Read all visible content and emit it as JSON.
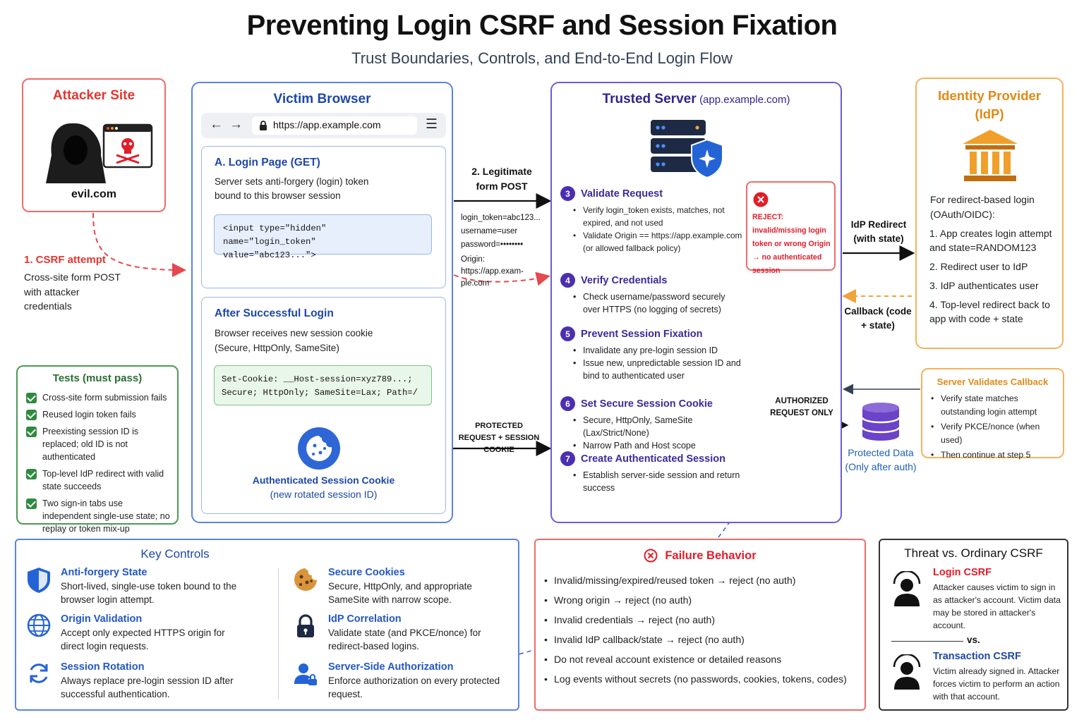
{
  "header": {
    "title": "Preventing Login CSRF and Session Fixation",
    "subtitle": "Trust Boundaries, Controls, and End-to-End Login Flow"
  },
  "attacker": {
    "title": "Attacker Site",
    "domain": "evil.com"
  },
  "csrf_attempt": {
    "label": "1. CSRF attempt",
    "desc": "Cross-site form POST with attacker credentials"
  },
  "browser": {
    "title": "Victim Browser",
    "url": "https://app.example.com",
    "login_page": {
      "title": "A. Login Page (GET)",
      "desc": "Server sets anti-forgery (login) token bound to this browser session",
      "code_line1": "<input type=\"hidden\" name=\"login_token\"",
      "code_line2": "value=\"abc123...\">"
    },
    "after_login": {
      "title": "After Successful Login",
      "desc": "Browser receives new session cookie (Secure, HttpOnly, SameSite)",
      "code_line1": "Set-Cookie: __Host-session=xyz789...;",
      "code_line2": "Secure; HttpOnly; SameSite=Lax; Path=/"
    },
    "cookie": {
      "label": "Authenticated Session Cookie",
      "sub": "(new rotated session ID)"
    }
  },
  "post": {
    "label": "2. Legitimate form POST",
    "fields": [
      "login_token=abc123...",
      "username=user",
      "password=••••••••"
    ],
    "origin": "Origin: https://app.exam-ple.com"
  },
  "protected_req": {
    "label": "PROTECTED REQUEST + SESSION COOKIE"
  },
  "server": {
    "title": "Trusted Server",
    "host": "(app.example.com)",
    "steps": [
      {
        "num": "3",
        "title": "Validate Request",
        "items": [
          "Verify login_token exists, matches, not expired, and not used",
          "Validate Origin == https://app.example.com (or allowed fallback policy)"
        ]
      },
      {
        "num": "4",
        "title": "Verify Credentials",
        "items": [
          "Check username/password securely over HTTPS (no logging of secrets)"
        ]
      },
      {
        "num": "5",
        "title": "Prevent Session Fixation",
        "items": [
          "Invalidate any pre-login session ID",
          "Issue new, unpredictable session ID and bind to authenticated user"
        ]
      },
      {
        "num": "6",
        "title": "Set Secure Session Cookie",
        "items": [
          "Secure, HttpOnly, SameSite (Lax/Strict/None)",
          "Narrow Path and Host scope"
        ]
      },
      {
        "num": "7",
        "title": "Create Authenticated Session",
        "items": [
          "Establish server-side session and return success"
        ]
      }
    ],
    "reject": "REJECT: invalid/missing login token or wrong Origin → no authenticated session"
  },
  "idp_redirect": {
    "label": "IdP Redirect (with state)"
  },
  "callback": {
    "label": "Callback (code + state)"
  },
  "authorized": {
    "label": "AUTHORIZED REQUEST ONLY"
  },
  "idp": {
    "title": "Identity Provider (IdP)",
    "intro": "For redirect-based login (OAuth/OIDC):",
    "steps": [
      "1. App creates login attempt and state=RANDOM123",
      "2. Redirect user to IdP",
      "3. IdP authenticates user",
      "4. Top-level redirect back to app with code + state"
    ]
  },
  "callback_box": {
    "title": "Server Validates Callback",
    "items": [
      "Verify state matches outstanding login attempt",
      "Verify PKCE/nonce (when used)",
      "Then continue at step 5"
    ]
  },
  "protected_data": {
    "label": "Protected Data",
    "sub": "(Only after auth)"
  },
  "tests": {
    "title": "Tests (must pass)",
    "items": [
      "Cross-site form submission fails",
      "Reused login token fails",
      "Preexisting session ID is replaced; old ID is not authenticated",
      "Top-level IdP redirect with valid state succeeds",
      "Two sign-in tabs use independent single-use state; no replay or token mix-up"
    ]
  },
  "key_controls": {
    "title": "Key Controls",
    "items": [
      {
        "title": "Anti-forgery State",
        "desc": "Short-lived, single-use token bound to the browser login attempt."
      },
      {
        "title": "Origin Validation",
        "desc": "Accept only expected HTTPS origin for direct login requests."
      },
      {
        "title": "Session Rotation",
        "desc": "Always replace pre-login session ID after successful authentication."
      },
      {
        "title": "Secure Cookies",
        "desc": "Secure, HttpOnly, and appropriate SameSite with narrow scope."
      },
      {
        "title": "IdP Correlation",
        "desc": "Validate state (and PKCE/nonce) for redirect-based logins."
      },
      {
        "title": "Server-Side Authorization",
        "desc": "Enforce authorization on every protected request."
      }
    ]
  },
  "failure": {
    "title": "Failure Behavior",
    "items": [
      "Invalid/missing/expired/reused token → reject (no auth)",
      "Wrong origin → reject (no auth)",
      "Invalid credentials → reject (no auth)",
      "Invalid IdP callback/state → reject (no auth)",
      "Do not reveal account existence or detailed reasons",
      "Log events without secrets (no passwords, cookies, tokens, codes)"
    ]
  },
  "threat": {
    "title": "Threat vs. Ordinary CSRF",
    "login": {
      "title": "Login CSRF",
      "desc": "Attacker causes victim to sign in as attacker's account. Victim data may be stored in attacker's account."
    },
    "vs": "vs.",
    "transaction": {
      "title": "Transaction CSRF",
      "desc": "Victim already signed in. Attacker forces victim to perform an action with that account."
    }
  },
  "colors": {
    "red": "#e5484d",
    "blue": "#2f5fd0",
    "purple": "#4c2fb0",
    "orange": "#f0a33a",
    "green": "#2e8a3e"
  }
}
